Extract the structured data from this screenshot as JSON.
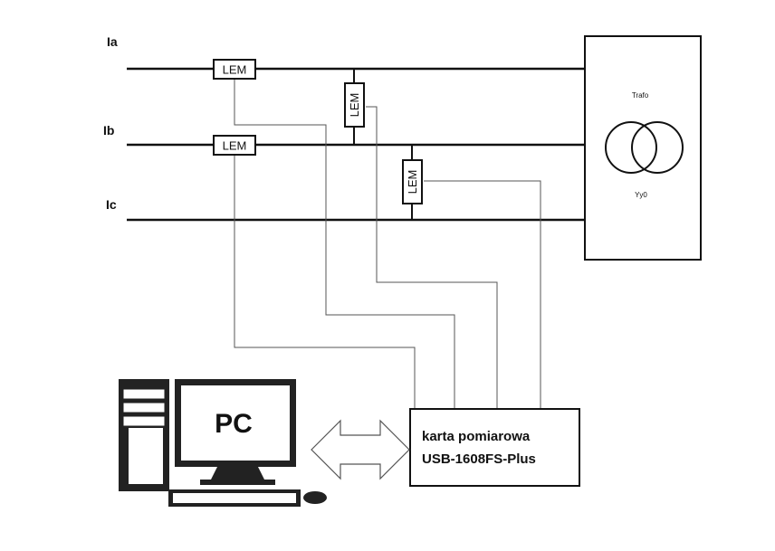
{
  "phases": {
    "a": "Ia",
    "b": "Ib",
    "c": "Ic"
  },
  "sensor_label": "LEM",
  "transformer": {
    "name": "Trafo",
    "vector_group": "Yy0"
  },
  "pc_label": "PC",
  "card": {
    "line1": "karta pomiarowa",
    "line2": "USB-1608FS-Plus"
  },
  "colors": {
    "line": "#111111",
    "wire": "#555555",
    "background": "#ffffff"
  }
}
